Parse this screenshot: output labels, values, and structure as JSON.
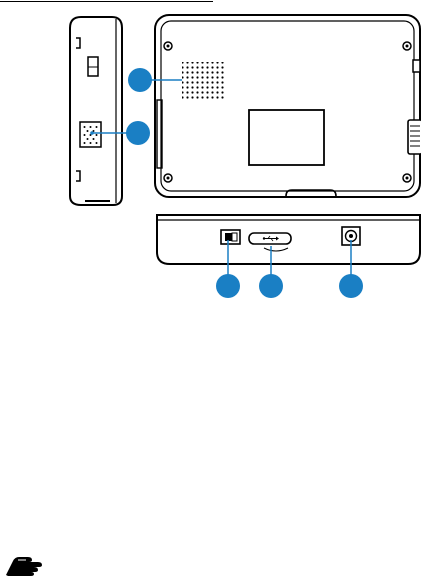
{
  "figure": {
    "callouts": [
      {
        "id": "speaker-callout",
        "target": "speaker-grille",
        "label": ""
      },
      {
        "id": "side-grille-callout",
        "target": "side-grille",
        "label": ""
      },
      {
        "id": "power-callout",
        "target": "power-switch",
        "label": ""
      },
      {
        "id": "usb-callout",
        "target": "usb-port",
        "label": ""
      },
      {
        "id": "dc-callout",
        "target": "dc-jack",
        "label": ""
      }
    ],
    "accent_color": "#1a7fc4"
  },
  "warning": {
    "icon": "warning-hand-icon"
  }
}
